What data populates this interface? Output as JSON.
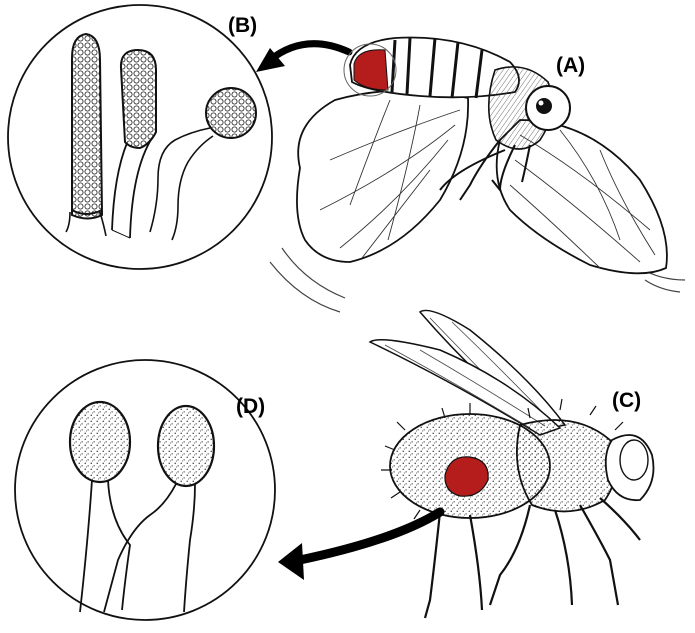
{
  "panels": [
    {
      "id": "A",
      "label": "(A)",
      "subject": "fly-with-raised-wings"
    },
    {
      "id": "B",
      "label": "(B)",
      "subject": "zoomed-circle-granular-structures"
    },
    {
      "id": "C",
      "label": "(C)",
      "subject": "housefly-side-view"
    },
    {
      "id": "D",
      "label": "(D)",
      "subject": "zoomed-circle-stalked-bodies"
    }
  ],
  "colors": {
    "highlight": "#b51c1c",
    "ink": "#111111",
    "paper": "#ffffff"
  }
}
